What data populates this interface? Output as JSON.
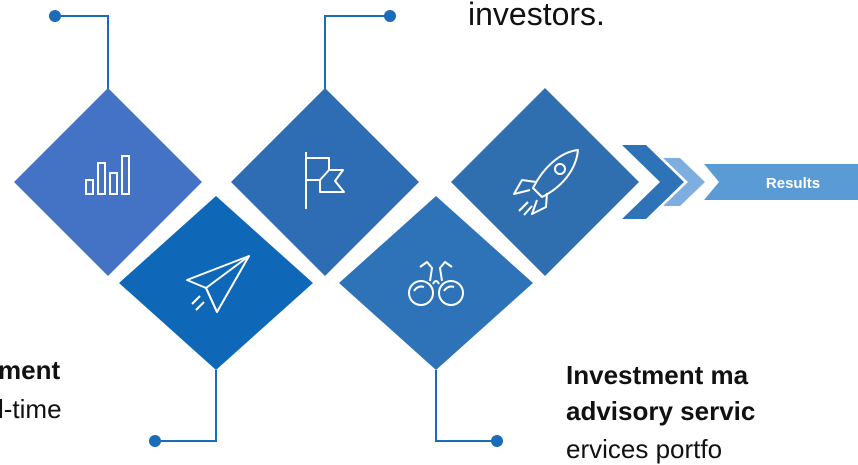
{
  "texts": {
    "top_right": "investors.",
    "bottom_left_heading": "ment",
    "bottom_left_body": "l-time",
    "bottom_right_heading_1": "Investment ma",
    "bottom_right_heading_2": "advisory servic",
    "bottom_right_body": "ervices portfo"
  },
  "results_label": "Results",
  "colors": {
    "diamond_1": "#4472c4",
    "diamond_2": "#2e6db4",
    "diamond_3": "#2f6fb0",
    "diamond_4": "#0f67b8",
    "diamond_5": "#2e73b8",
    "connector": "#1a6bb8",
    "chevron_light": "#7eaee0",
    "results_bar": "#5b9bd5"
  },
  "icons": [
    "bar-chart-icon",
    "paper-plane-icon",
    "flag-icon",
    "binoculars-icon",
    "rocket-icon"
  ]
}
